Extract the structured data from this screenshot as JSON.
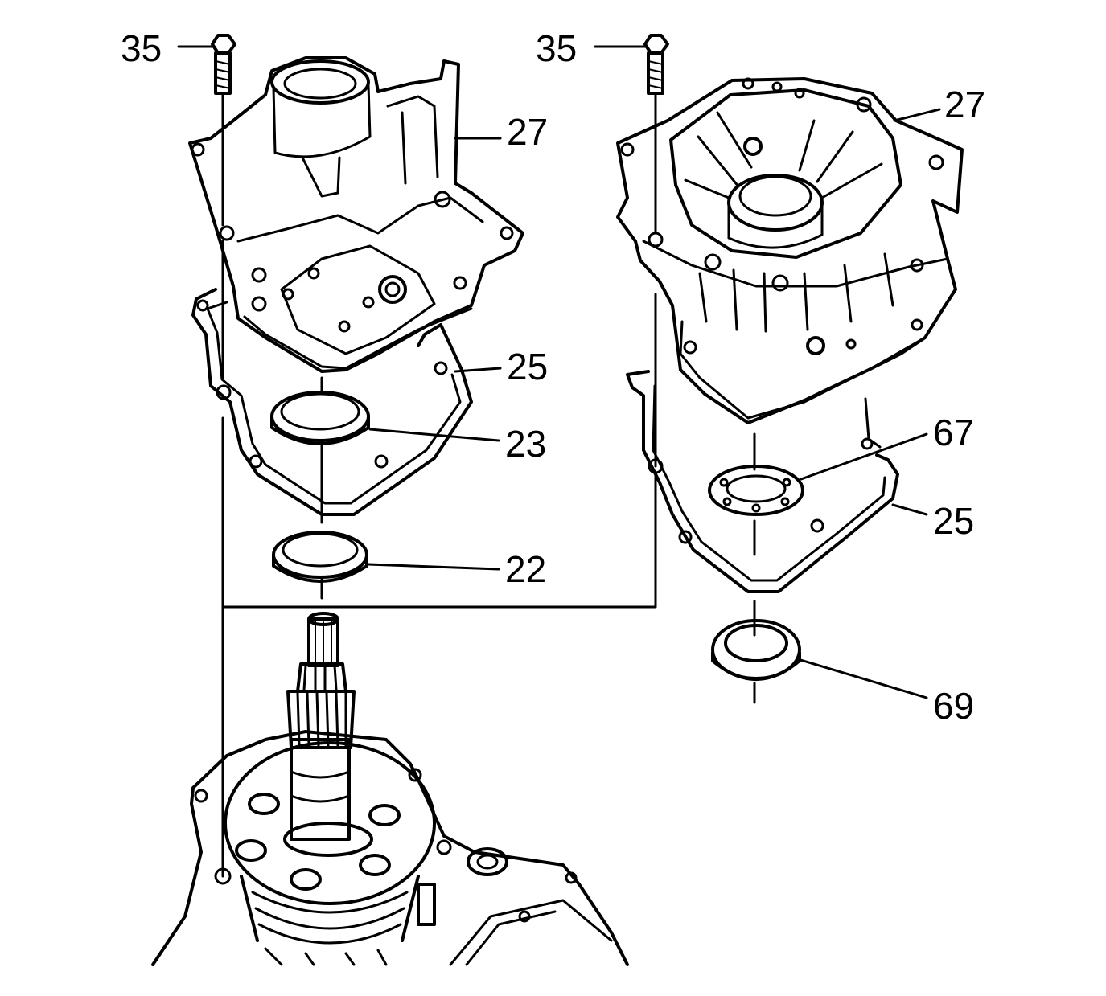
{
  "diagram": {
    "colors": {
      "ink": "#000000",
      "paper": "#ffffff"
    },
    "callouts": {
      "bolt_left": "35",
      "bolt_right": "35",
      "housing_left": "27",
      "housing_right": "27",
      "gasket_left": "25",
      "gasket_right": "25",
      "ring_23": "23",
      "ring_22": "22",
      "shim_67": "67",
      "seal_69": "69"
    }
  }
}
